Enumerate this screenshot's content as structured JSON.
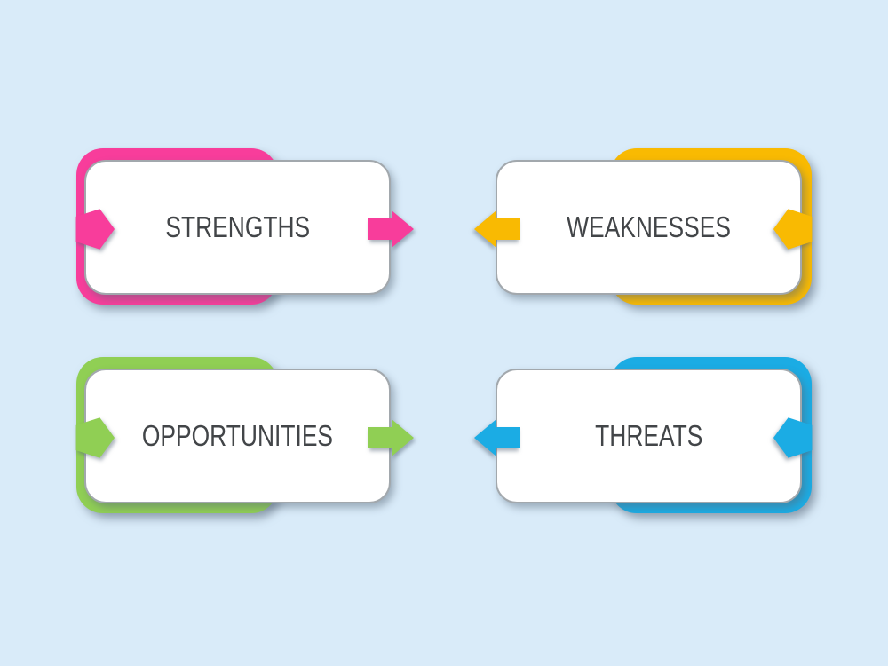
{
  "diagram": {
    "type": "swot-matrix",
    "background_color": "#D9EBF9",
    "text_color": "#424548",
    "card_fill_color": "#FFFFFF",
    "card_border_color": "#A2A8AD",
    "cards": [
      {
        "id": "strengths",
        "label": "STRENGTHS",
        "accent_color": "#F83D9B",
        "side": "left",
        "row": "top",
        "icons": [
          "pentagon-arrow-right",
          "arrow-right"
        ]
      },
      {
        "id": "weaknesses",
        "label": "WEAKNESSES",
        "accent_color": "#F9BA02",
        "side": "right",
        "row": "top",
        "icons": [
          "arrow-left",
          "pentagon-arrow-left"
        ]
      },
      {
        "id": "opportunities",
        "label": "OPPORTUNITIES",
        "accent_color": "#90CF54",
        "side": "left",
        "row": "bottom",
        "icons": [
          "pentagon-arrow-right",
          "arrow-right"
        ]
      },
      {
        "id": "threats",
        "label": "THREATS",
        "accent_color": "#1BACE4",
        "side": "right",
        "row": "bottom",
        "icons": [
          "arrow-left",
          "pentagon-arrow-left"
        ]
      }
    ]
  }
}
